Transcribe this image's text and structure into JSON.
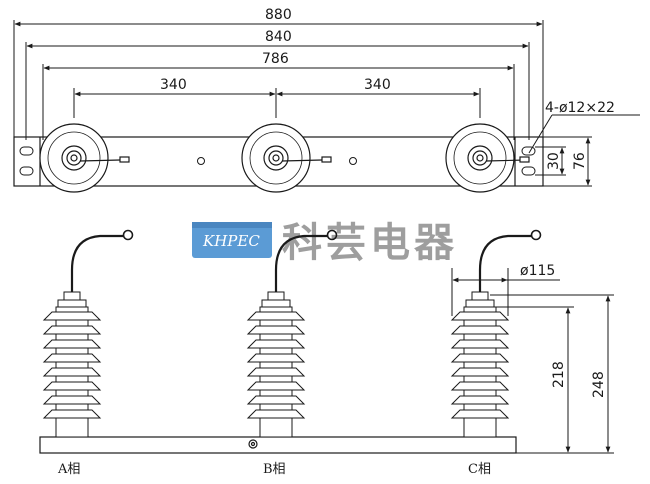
{
  "top_view": {
    "dim_overall": "880",
    "dim_mount": "840",
    "dim_span": "786",
    "dim_pitch_left": "340",
    "dim_pitch_right": "340",
    "dim_hole": "4-ø12×22",
    "dim_slot": "30",
    "dim_base_width": "76"
  },
  "front_view": {
    "dim_diameter": "ø115",
    "dim_height_arrester": "218",
    "dim_height_total": "248",
    "phase_labels": [
      "A相",
      "B相",
      "C相"
    ]
  },
  "logo": {
    "brand_en": "KHPEC",
    "brand_cn": "科芸电器",
    "brand_color": "#5b9bd5"
  },
  "colors": {
    "line": "#1a1a1a",
    "logo_gray": "#9e9e9e"
  }
}
